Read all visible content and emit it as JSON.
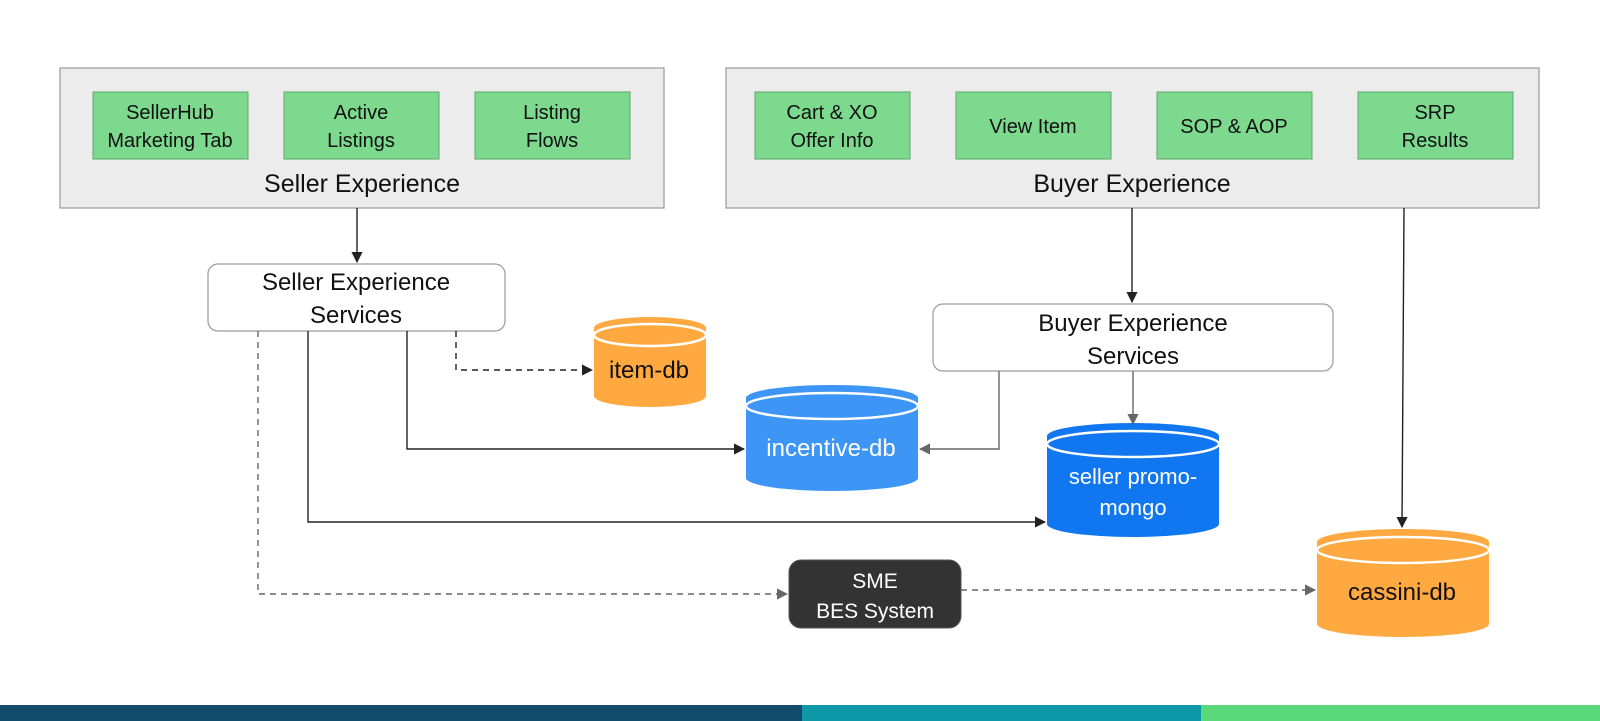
{
  "seller_experience": {
    "title": "Seller Experience",
    "components": [
      {
        "line1": "SellerHub",
        "line2": "Marketing Tab"
      },
      {
        "line1": "Active",
        "line2": "Listings"
      },
      {
        "line1": "Listing",
        "line2": "Flows"
      }
    ]
  },
  "buyer_experience": {
    "title": "Buyer Experience",
    "components": [
      {
        "line1": "Cart & XO",
        "line2": "Offer Info"
      },
      {
        "line1": "View Item",
        "line2": ""
      },
      {
        "line1": "SOP & AOP",
        "line2": ""
      },
      {
        "line1": "SRP",
        "line2": "Results"
      }
    ]
  },
  "seller_services": {
    "line1": "Seller Experience",
    "line2": "Services"
  },
  "buyer_services": {
    "line1": "Buyer Experience",
    "line2": "Services"
  },
  "sme": {
    "line1": "SME",
    "line2": "BES System"
  },
  "databases": {
    "item_db": {
      "label": "item-db"
    },
    "incentive_db": {
      "label": "incentive-db"
    },
    "seller_promo": {
      "line1": "seller promo-",
      "line2": "mongo"
    },
    "cassini_db": {
      "label": "cassini-db"
    }
  },
  "colors": {
    "component_green": "#7dd98e",
    "db_orange": "#ffa940",
    "db_blue_light": "#3d95f5",
    "db_blue": "#1177f0",
    "sme_dark": "#333333",
    "footer": [
      "#124a6c",
      "#0d98a8",
      "#5ad97a"
    ]
  }
}
